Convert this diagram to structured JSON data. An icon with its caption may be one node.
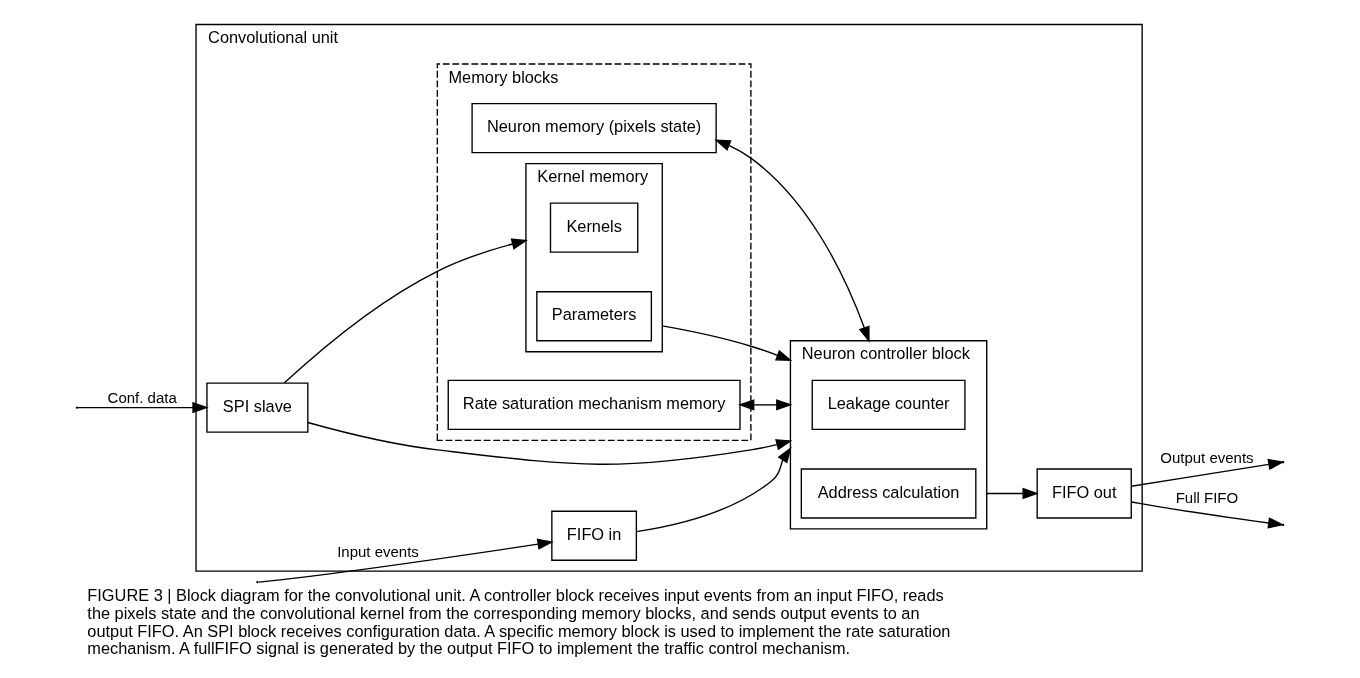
{
  "diagram": {
    "caption": "FIGURE 3 | Block diagram for the convolutional unit. A controller block receives input events from an input FIFO, reads the pixels state and the convolutional kernel from the corresponding memory blocks, and sends output events to an output FIFO. An SPI block receives configuration data. A specific memory block is used to implement the rate saturation mechanism. A fullFIFO signal is generated by the output FIFO to implement the traffic control mechanism.",
    "nodes": [
      {
        "text": [
          "Convolutional unit"
        ]
      },
      {
        "text": [
          "FIFO in"
        ],
        "in": 0
      },
      {
        "text": [
          "Neuron controller block"
        ],
        "in": 0
      },
      {
        "text": [
          "Leakage counter"
        ],
        "in": 2
      },
      {
        "text": [
          "Address calculation"
        ],
        "in": 2
      },
      {
        "text": [
          "FIFO out"
        ],
        "in": 0
      },
      {
        "text": [
          "SPI slave"
        ],
        "in": 0
      },
      {
        "text": [
          "Memory blocks"
        ],
        "in": 0
      },
      {
        "text": [
          "Kernel memory"
        ],
        "in": 7
      },
      {
        "text": [
          "Kernels"
        ],
        "in": 8
      },
      {
        "text": [
          "Parameters"
        ],
        "in": 8
      },
      {
        "text": [
          "Neuron memory (pixels state)"
        ],
        "in": 7
      },
      {
        "text": [
          "Rate saturation mechanism memory"
        ],
        "in": 7
      }
    ],
    "edges": [
      {
        "from": null,
        "to": 1,
        "arrow": "to",
        "label": "Input events"
      },
      {
        "from": 1,
        "to": 2,
        "arrow": "to"
      },
      {
        "from": null,
        "to": 6,
        "arrow": "to",
        "label": "Conf. data"
      },
      {
        "from": 6,
        "to": 2,
        "arrow": "to"
      },
      {
        "from": 6,
        "to": 8,
        "arrow": "to"
      },
      {
        "from": 8,
        "to": 2,
        "arrow": "to"
      },
      {
        "from": 11,
        "to": 2,
        "arrow": "both"
      },
      {
        "from": 12,
        "to": 2,
        "arrow": "both"
      },
      {
        "from": 2,
        "to": 5,
        "arrow": "to"
      },
      {
        "from": 5,
        "to": null,
        "arrow": "to",
        "label": "Output events"
      },
      {
        "from": 5,
        "to": null,
        "arrow": "to",
        "label": "Full FIFO"
      }
    ]
  }
}
